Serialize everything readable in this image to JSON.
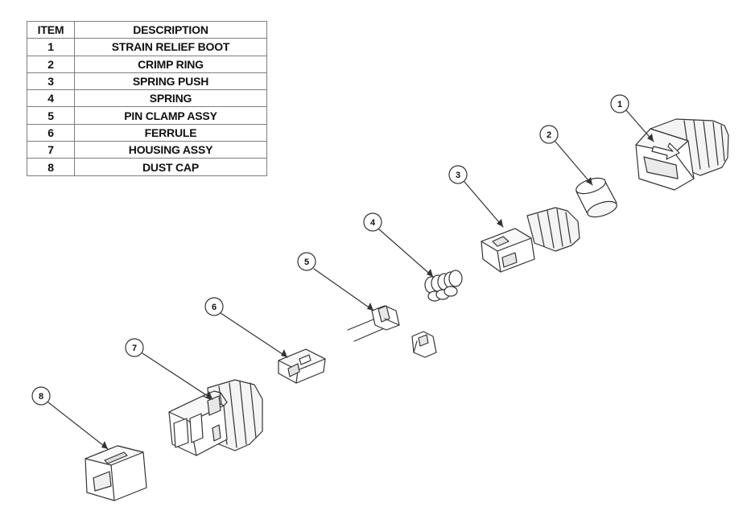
{
  "table": {
    "headers": {
      "item": "ITEM",
      "description": "DESCRIPTION"
    },
    "rows": [
      {
        "item": "1",
        "description": "STRAIN RELIEF BOOT"
      },
      {
        "item": "2",
        "description": "CRIMP RING"
      },
      {
        "item": "3",
        "description": "SPRING PUSH"
      },
      {
        "item": "4",
        "description": "SPRING"
      },
      {
        "item": "5",
        "description": "PIN CLAMP ASSY"
      },
      {
        "item": "6",
        "description": "FERRULE"
      },
      {
        "item": "7",
        "description": "HOUSING ASSY"
      },
      {
        "item": "8",
        "description": "DUST CAP"
      }
    ]
  },
  "callouts": {
    "c1": "1",
    "c2": "2",
    "c3": "3",
    "c4": "4",
    "c5": "5",
    "c6": "6",
    "c7": "7",
    "c8": "8"
  },
  "colors": {
    "line": "#333333",
    "fill": "#ffffff",
    "shade": "#d9d9d9",
    "border": "#7d7d7d"
  }
}
